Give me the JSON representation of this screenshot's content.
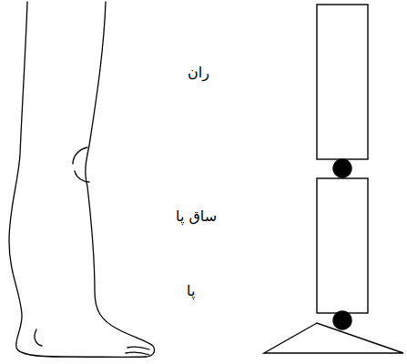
{
  "diagram": {
    "labels": [
      "ران",
      "ساق پا",
      "پا"
    ]
  }
}
